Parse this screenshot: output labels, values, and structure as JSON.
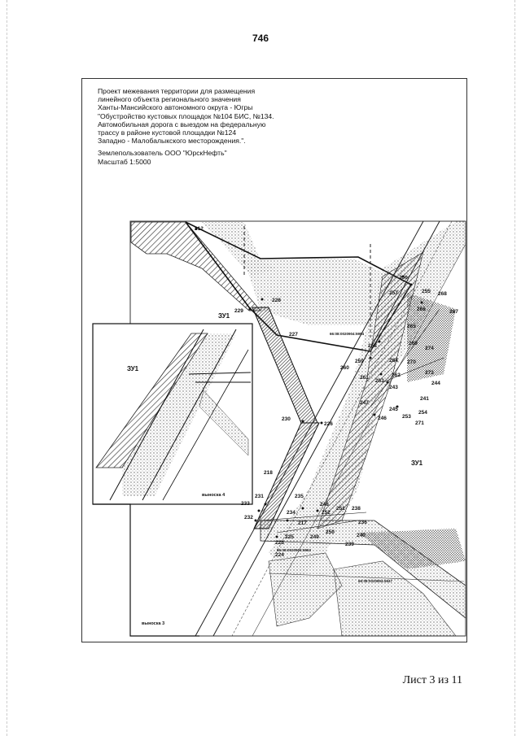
{
  "page_number": "746",
  "title_lines": [
    "Проект межевания территории для размещения",
    "линейного объекта регионального значения",
    "Ханты-Мансийского автономного округа - Югры",
    "\"Обустройство кустовых площадок №104 БИС, №134.",
    "Автомобильная дорога с выездом на федеральную",
    "трассу в районе кустовой площадки №124",
    "Западно - Малобалыкского месторождения.\"."
  ],
  "landowner": "Землепользователь ООО \"ЮрскНефть\"",
  "scale": "Масштаб 1:5000",
  "sheet": "Лист 3 из 11",
  "map": {
    "zone_label": "ЗУ1",
    "inset4_label": "выноска 4",
    "inset3_label": "выноска 3",
    "cadastre_ids": [
      "66:08:0020904:5954",
      "66:08:0020904:5953",
      "66:08:0020904:5547"
    ],
    "point_labels": [
      "212",
      "228",
      "229",
      "227",
      "226",
      "230",
      "218",
      "231",
      "233",
      "232",
      "223",
      "224",
      "225",
      "217",
      "234",
      "235",
      "248",
      "252",
      "251",
      "238",
      "236",
      "249",
      "250",
      "240",
      "239",
      "256",
      "257",
      "255",
      "268",
      "266",
      "267",
      "265",
      "269",
      "274",
      "258",
      "259",
      "264",
      "260",
      "261",
      "262",
      "270",
      "273",
      "244",
      "263",
      "243",
      "241",
      "247",
      "245",
      "254",
      "246",
      "253",
      "271"
    ]
  },
  "colors": {
    "ink": "#111111",
    "hatch": "#333333",
    "stipple": "#777777"
  }
}
